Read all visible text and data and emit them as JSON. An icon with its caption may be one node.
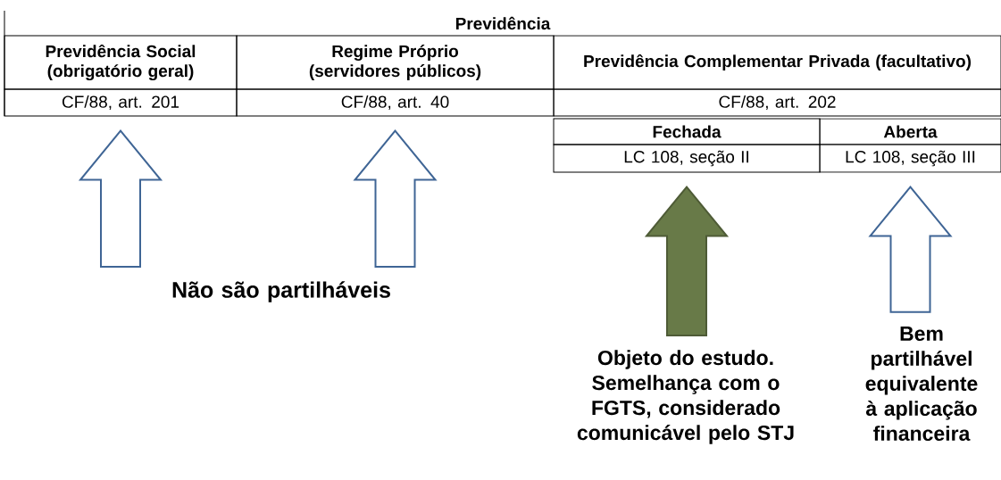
{
  "diagram": {
    "nodes": [
      {
        "text": [
          "Previdência"
        ]
      },
      {
        "text": [
          "Previdência Social (obrigatório geral)"
        ]
      },
      {
        "text": [
          "Regime Próprio (servidores públicos)"
        ]
      },
      {
        "text": [
          "Previdência Complementar Privada (facultativo)"
        ]
      },
      {
        "text": [
          "CF/88, art. 201"
        ]
      },
      {
        "text": [
          "CF/88, art. 40"
        ]
      },
      {
        "text": [
          "CF/88, art. 202"
        ]
      },
      {
        "text": [
          "Fechada"
        ]
      },
      {
        "text": [
          "Aberta"
        ]
      },
      {
        "text": [
          "LC 108, seção II"
        ]
      },
      {
        "text": [
          "LC 108, seção III"
        ]
      },
      {
        "text": [
          "Não são partilháveis"
        ]
      },
      {
        "text": [
          "Objeto do estudo. Semelhança com o FGTS, considerado comunicável pelo STJ"
        ]
      },
      {
        "text": [
          "Bem partilhável equivalente à aplicação financeira"
        ]
      }
    ],
    "edges": [
      {
        "from": 11,
        "to": 4,
        "arrow": "to"
      },
      {
        "from": 11,
        "to": 5,
        "arrow": "to"
      },
      {
        "from": 12,
        "to": 9,
        "arrow": "to",
        "color": "#687a48"
      },
      {
        "from": 13,
        "to": 10,
        "arrow": "to"
      }
    ]
  }
}
